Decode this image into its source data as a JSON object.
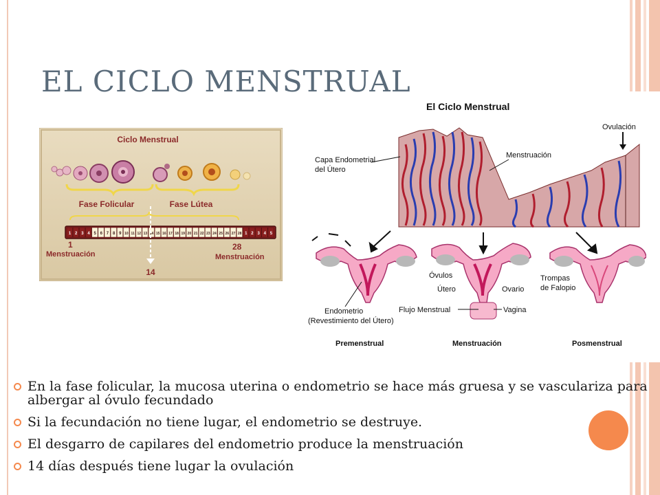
{
  "title": "EL CICLO MENSTRUAL",
  "left_diagram": {
    "heading": "Ciclo Menstrual",
    "phase_follicular": "Fase Folicular",
    "phase_luteal": "Fase Lútea",
    "days": [
      "1",
      "2",
      "3",
      "4",
      "5",
      "6",
      "7",
      "8",
      "9",
      "10",
      "11",
      "12",
      "13",
      "14",
      "15",
      "16",
      "17",
      "18",
      "19",
      "20",
      "21",
      "22",
      "23",
      "24",
      "25",
      "26",
      "27",
      "28",
      "1",
      "2",
      "3",
      "4",
      "5"
    ],
    "day_start_number": "1",
    "day_start_label": "Menstruación",
    "day_end_number": "28",
    "day_end_label": "Menstruación",
    "ovulation_day": "14"
  },
  "right_diagram": {
    "heading": "El Ciclo Menstrual",
    "label_ovulation": "Ovulación",
    "label_endometrial_layer_1": "Capa Endometrial",
    "label_endometrial_layer_2": "del Útero",
    "label_menstruation": "Menstruación",
    "label_ovules": "Óvulos",
    "label_uterus": "Útero",
    "label_ovary": "Ovario",
    "label_tubes_1": "Trompas",
    "label_tubes_2": "de Falopio",
    "label_flow": "Flujo Menstrual",
    "label_vagina": "Vagina",
    "label_endometrium_1": "Endometrio",
    "label_endometrium_2": "(Revestimiento del Útero)",
    "stage_pre": "Premenstrual",
    "stage_men": "Menstruación",
    "stage_post": "Posmenstrual"
  },
  "bullets": [
    "En la fase folicular, la mucosa uterina o endometrio se hace más gruesa y se vasculariza para albergar al óvulo fecundado",
    "Si la fecundación no tiene lugar, el endometrio se destruye.",
    "El desgarro de capilares del endometrio produce la menstruación",
    "14 días después tiene lugar la ovulación"
  ],
  "colors": {
    "accent": "#f5894d",
    "title": "#5a6b7a",
    "stripes": "#f3c4ae"
  }
}
